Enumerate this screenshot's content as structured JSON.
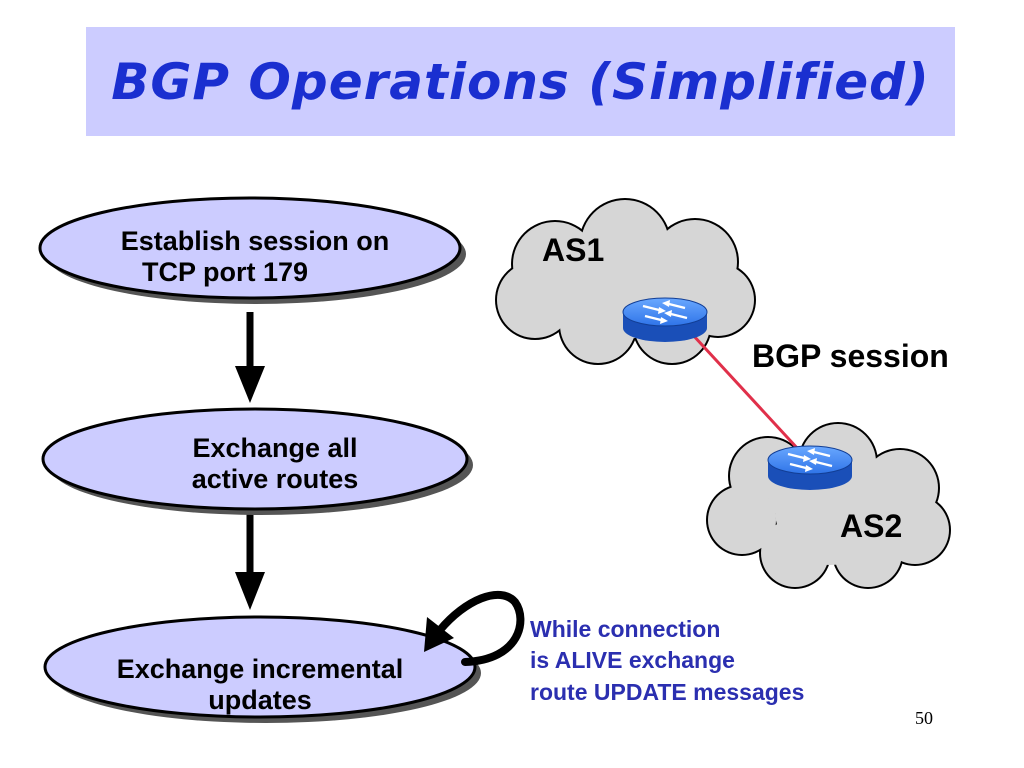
{
  "title": "BGP Operations (Simplified)",
  "steps": [
    {
      "lines": [
        "Establish session on",
        "TCP port 179"
      ]
    },
    {
      "lines": [
        "Exchange all",
        "active routes"
      ]
    },
    {
      "lines": [
        "Exchange incremental",
        "updates"
      ]
    }
  ],
  "network": {
    "as1_label": "AS1",
    "as2_label": "AS2",
    "session_label": "BGP session",
    "link_color": "#e0304a",
    "router_color": "#2f74e8"
  },
  "loop_note": {
    "lines": [
      "While connection",
      "is ALIVE exchange",
      "route UPDATE messages"
    ]
  },
  "page_number": "50",
  "colors": {
    "title_bg": "#ccccff",
    "title_text": "#1a2fd0",
    "ellipse_fill": "#ccccff",
    "note_text": "#2b2fb0",
    "cloud_fill": "#d6d6d6"
  }
}
